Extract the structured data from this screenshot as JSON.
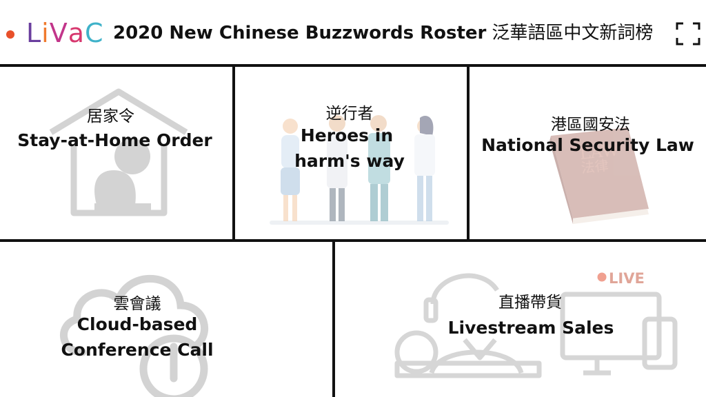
{
  "header": {
    "logo": {
      "letters": [
        "L",
        "i",
        "V",
        "a",
        "C"
      ],
      "colors": [
        "#6a3e9e",
        "#f07a2e",
        "#c2358a",
        "#d7376e",
        "#3fb2c9"
      ]
    },
    "title_en": "2020 New Chinese Buzzwords Roster",
    "title_zh": "泛華語區中文新詞榜",
    "record_color": "#e8502a"
  },
  "cards": [
    {
      "zh": "居家令",
      "en": "Stay-at-Home Order",
      "icon": "person-in-house-icon"
    },
    {
      "zh": "逆行者",
      "en_lines": [
        "Heroes in",
        "harm's way"
      ],
      "icon": "medical-workers-icon"
    },
    {
      "zh": "港區國安法",
      "en": "National Security Law",
      "icon": "law-book-icon",
      "book_text": [
        "LAW",
        "法律"
      ]
    },
    {
      "zh": "雲會議",
      "en_lines": [
        "Cloud-based",
        "Conference Call"
      ],
      "icon": "cloud-power-icon"
    },
    {
      "zh": "直播帶貨",
      "en": "Livestream Sales",
      "icon": "livestream-devices-icon",
      "live_badge": "LIVE"
    }
  ]
}
